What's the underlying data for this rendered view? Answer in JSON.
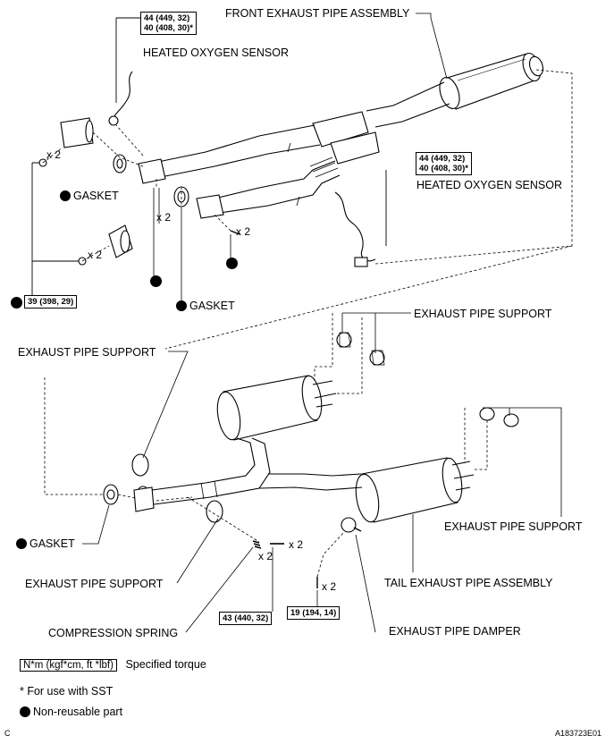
{
  "labels": {
    "front_exhaust_pipe_assembly": "FRONT EXHAUST PIPE ASSEMBLY",
    "heated_oxygen_sensor_1": "HEATED OXYGEN SENSOR",
    "heated_oxygen_sensor_2": "HEATED OXYGEN SENSOR",
    "gasket_1": "GASKET",
    "gasket_2": "GASKET",
    "gasket_3": "GASKET",
    "exhaust_pipe_support_top": "EXHAUST PIPE SUPPORT",
    "exhaust_pipe_support_left": "EXHAUST PIPE SUPPORT",
    "exhaust_pipe_support_right": "EXHAUST PIPE SUPPORT",
    "exhaust_pipe_support_bottom": "EXHAUST PIPE SUPPORT",
    "tail_exhaust_pipe_assembly": "TAIL EXHAUST PIPE ASSEMBLY",
    "compression_spring": "COMPRESSION SPRING",
    "exhaust_pipe_damper": "EXHAUST PIPE DAMPER"
  },
  "torques": {
    "sensor_top": [
      "44 (449, 32)",
      "40 (408, 30)*"
    ],
    "sensor_right": [
      "44 (449, 32)",
      "40 (408, 30)*"
    ],
    "bolt_39": "39 (398, 29)",
    "bolt_43": "43 (440, 32)",
    "bolt_19": "19 (194, 14)"
  },
  "quantities": {
    "q1": "x 2",
    "q2": "x 2",
    "q3": "x 2",
    "q4": "x 2",
    "q5": "x 2",
    "q6": "x 2",
    "q7": "x 2"
  },
  "legend": {
    "torque_unit": "N*m (kgf*cm, ft *lbf)",
    "torque_desc": "Specified torque",
    "sst_note": "* For use with SST",
    "non_reusable": "Non-reusable part"
  },
  "corner": {
    "left": "C",
    "right": "A183723E01"
  }
}
